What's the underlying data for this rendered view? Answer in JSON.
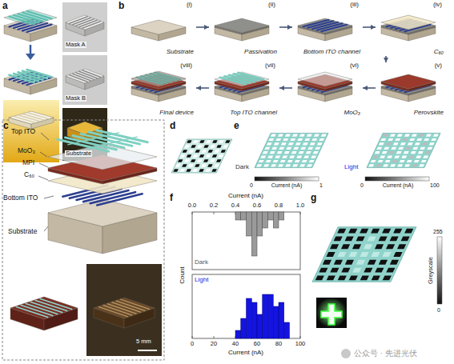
{
  "diagram": {
    "nodes": [
      {
        "text": [
          "(i)",
          "Substrate"
        ]
      },
      {
        "text": [
          "(ii)",
          "Passivation"
        ]
      },
      {
        "text": [
          "(iii)",
          "Bottom ITO channel"
        ]
      },
      {
        "text": [
          "(iv)",
          "C₆₀"
        ]
      },
      {
        "text": [
          "(v)",
          "Perovskite"
        ]
      },
      {
        "text": [
          "(vi)",
          "MoO₃"
        ]
      },
      {
        "text": [
          "(vii)",
          "Top ITO channel"
        ]
      },
      {
        "text": [
          "(viii)",
          "Final device"
        ]
      }
    ],
    "edges": [
      {
        "from": 0,
        "to": 1,
        "arrow": "to"
      },
      {
        "from": 1,
        "to": 2,
        "arrow": "to"
      },
      {
        "from": 2,
        "to": 3,
        "arrow": "to"
      },
      {
        "from": 3,
        "to": 4,
        "arrow": "to"
      },
      {
        "from": 4,
        "to": 5,
        "arrow": "to"
      },
      {
        "from": 5,
        "to": 6,
        "arrow": "to"
      },
      {
        "from": 6,
        "to": 7,
        "arrow": "to"
      }
    ],
    "labels": [
      "a",
      "Mask A",
      "Mask B",
      "Substrate",
      "b",
      "c",
      "Top ITO",
      "MoO₃",
      "MPI",
      "C₆₀",
      "Bottom ITO",
      "Substrate",
      "5 mm",
      "d",
      "e",
      "Dark",
      "0",
      "Current (nA)",
      "1",
      "Light",
      "0",
      "Current (nA)",
      "100",
      "f",
      "Current (nA)",
      "0.0",
      "0.2",
      "0.4",
      "0.6",
      "0.8",
      "1.0",
      "Count",
      "Dark",
      "Light",
      "0",
      "20",
      "40",
      "60",
      "80",
      "100",
      "Current (nA)",
      "g",
      "0",
      "Greyscale",
      "255",
      "公众号 · 先进光伏"
    ]
  }
}
